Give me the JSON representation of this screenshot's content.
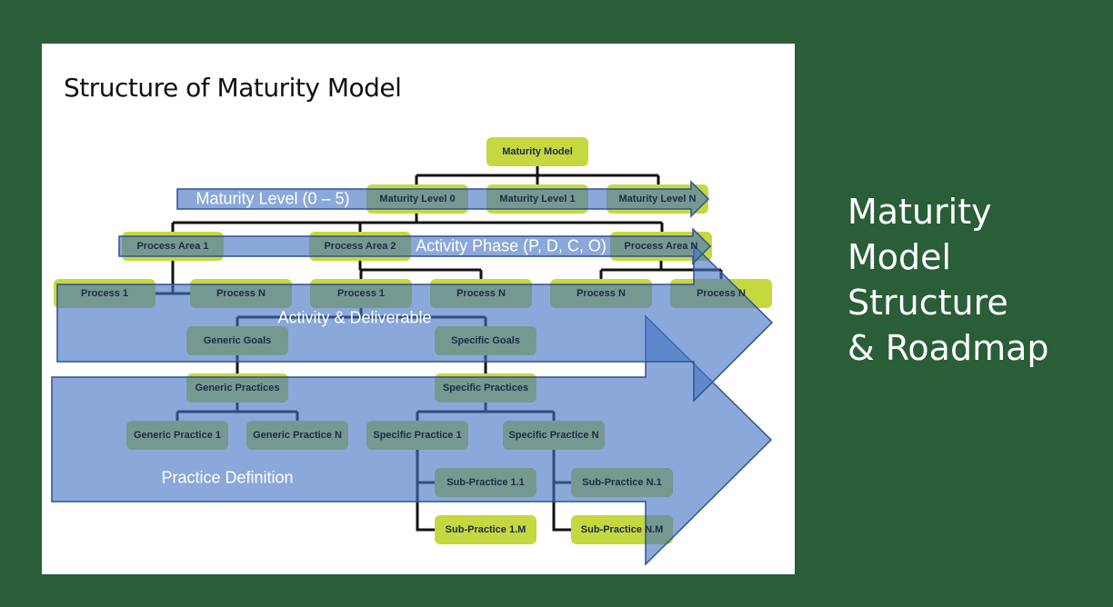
{
  "slide": {
    "title": "Structure of Maturity Model",
    "side_title": [
      "Maturity",
      "Model",
      "Structure",
      "& Roadmap"
    ]
  },
  "diagram": {
    "root": "Maturity Model",
    "levels": [
      "Maturity Level 0",
      "Maturity Level 1",
      "Maturity Level N"
    ],
    "process_areas": [
      "Process Area 1",
      "Process Area 2",
      "Process Area N"
    ],
    "processes": [
      "Process 1",
      "Process N",
      "Process 1",
      "Process N",
      "Process N",
      "Process N"
    ],
    "goals": [
      "Generic Goals",
      "Specific Goals"
    ],
    "practices": [
      "Generic Practices",
      "Specific Practices"
    ],
    "practice_items": [
      "Generic Practice 1",
      "Generic Practice N",
      "Specific Practice 1",
      "Specific Practice N"
    ],
    "sub_practices": [
      "Sub-Practice 1.1",
      "Sub-Practice N.1",
      "Sub-Practice 1.M",
      "Sub-Practice N.M"
    ],
    "arrows": [
      "Maturity Level (0 – 5)",
      "Activity Phase (P, D, C, O)",
      "Activity & Deliverable",
      "Practice Definition"
    ]
  },
  "colors": {
    "background": "#2a5e38",
    "box": "#c5d83f",
    "arrow": "#4472c4",
    "arrow_border": "#2f528f"
  }
}
